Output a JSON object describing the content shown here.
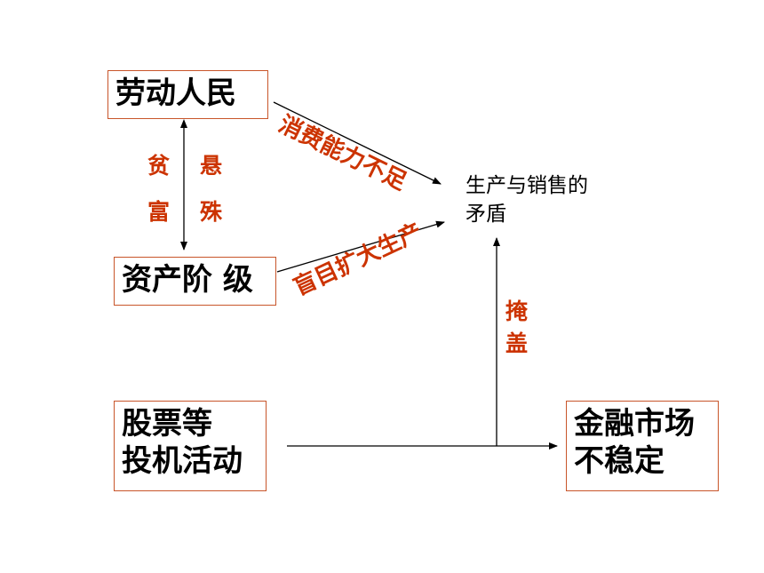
{
  "boxes": {
    "laborers": "劳动人民",
    "capitalists": "资产阶 级",
    "speculation_line1": "股票等",
    "speculation_line2": "投机活动",
    "financial_line1": "金融市场",
    "financial_line2": "不稳定"
  },
  "contradiction": {
    "line1": "生产与销售的",
    "line2": "矛盾"
  },
  "labels": {
    "consumption": "消费能力不足",
    "blind_production": "盲目扩大生产",
    "gap_left_1": "贫",
    "gap_left_2": "富",
    "gap_right_1": "悬",
    "gap_right_2": "殊",
    "cover_1": "掩",
    "cover_2": "盖"
  },
  "colors": {
    "box_border": "#c8552a",
    "label_red": "#cc3300",
    "text": "#000000",
    "arrow": "#000000"
  }
}
